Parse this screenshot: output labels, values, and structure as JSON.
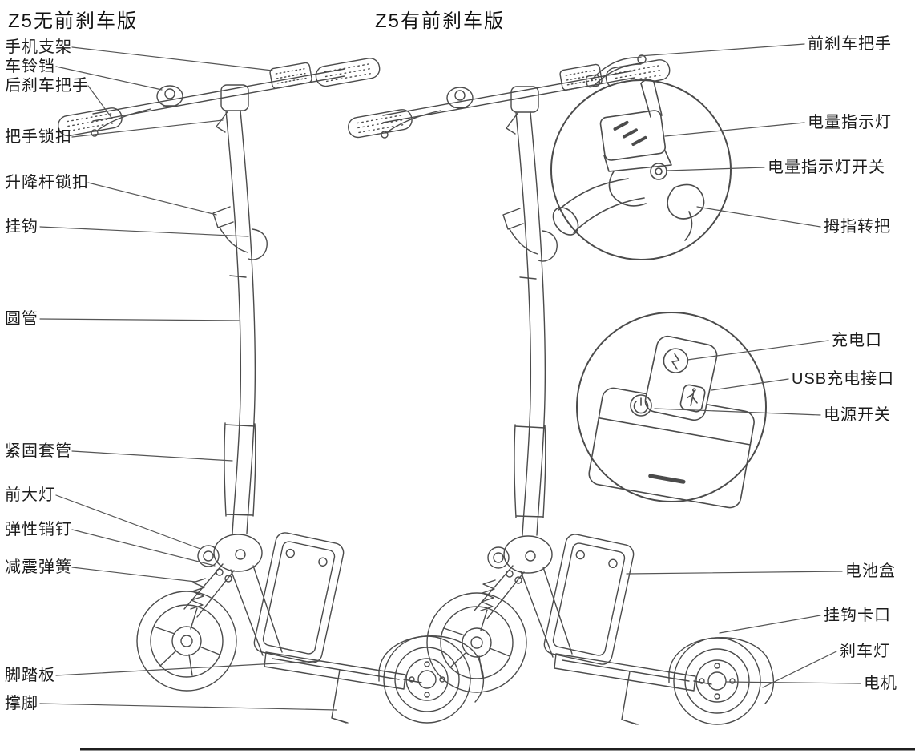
{
  "diagram": {
    "product": "Z5",
    "line_color": "#4b4b4b",
    "text_color": "#1c1c1c",
    "background": "#ffffff"
  },
  "titles": {
    "left_variant": "Z5无前刹车版",
    "right_variant": "Z5有前刹车版"
  },
  "labels_left": [
    {
      "id": "phone-mount",
      "text": "手机支架"
    },
    {
      "id": "bell",
      "text": "车铃铛"
    },
    {
      "id": "rear-brake-lever",
      "text": "后刹车把手"
    },
    {
      "id": "handlebar-latch",
      "text": "把手锁扣"
    },
    {
      "id": "stem-height-latch",
      "text": "升降杆锁扣"
    },
    {
      "id": "hook",
      "text": "挂钩"
    },
    {
      "id": "round-tube",
      "text": "圆管"
    },
    {
      "id": "clamping-sleeve",
      "text": "紧固套管"
    },
    {
      "id": "headlight",
      "text": "前大灯"
    },
    {
      "id": "spring-pin",
      "text": "弹性销钉"
    },
    {
      "id": "shock-spring",
      "text": "减震弹簧"
    },
    {
      "id": "foot-deck",
      "text": "脚踏板"
    },
    {
      "id": "kickstand",
      "text": "撑脚"
    }
  ],
  "labels_right": [
    {
      "id": "front-brake-lever",
      "text": "前刹车把手"
    },
    {
      "id": "battery-indicator-light",
      "text": "电量指示灯"
    },
    {
      "id": "battery-indicator-switch",
      "text": "电量指示灯开关"
    },
    {
      "id": "thumb-throttle",
      "text": "拇指转把"
    },
    {
      "id": "charging-port",
      "text": "充电口"
    },
    {
      "id": "usb-charging-port",
      "text": "USB充电接口"
    },
    {
      "id": "power-switch",
      "text": "电源开关"
    },
    {
      "id": "battery-box",
      "text": "电池盒"
    },
    {
      "id": "hook-slot",
      "text": "挂钩卡口"
    },
    {
      "id": "brake-light",
      "text": "刹车灯"
    },
    {
      "id": "motor",
      "text": "电机"
    }
  ]
}
